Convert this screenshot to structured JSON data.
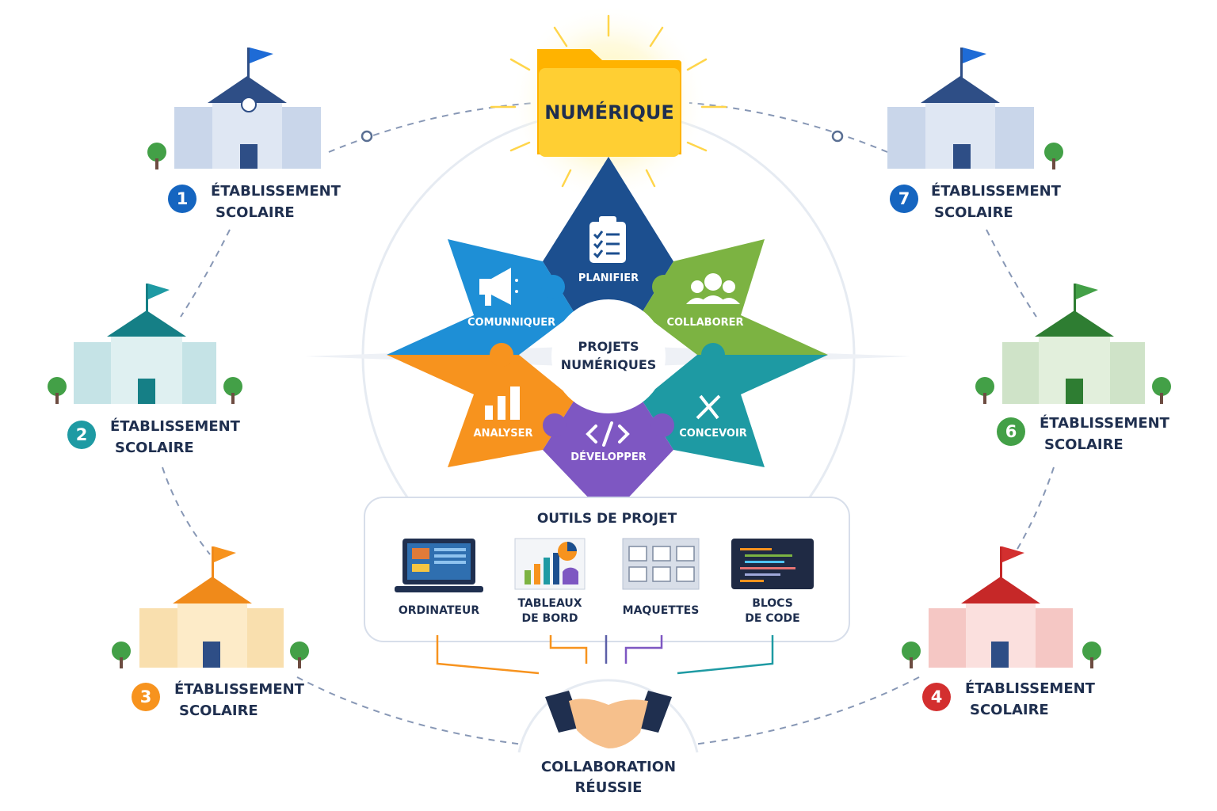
{
  "header": {
    "folder_label": "NUMÉRIQUE"
  },
  "center": {
    "line1": "PROJETS",
    "line2": "NUMÉRIQUES"
  },
  "puzzle": [
    {
      "label": "PLANIFIER",
      "color": "#1c4f8f",
      "icon": "clipboard-checklist-icon"
    },
    {
      "label": "COLLABORER",
      "color": "#7cb342",
      "icon": "team-icon"
    },
    {
      "label": "CONCEVOIR",
      "color": "#1e9aa3",
      "icon": "pencil-ruler-icon"
    },
    {
      "label": "DÉVELOPPER",
      "color": "#7e57c2",
      "icon": "code-icon"
    },
    {
      "label": "ANALYSER",
      "color": "#f7931e",
      "icon": "bar-chart-icon"
    },
    {
      "label": "COMUNNIQUER",
      "color": "#1e8fd6",
      "icon": "megaphone-icon"
    }
  ],
  "tools": {
    "title": "OUTILS DE PROJET",
    "items": [
      {
        "line1": "ORDINATEUR",
        "line2": "",
        "icon": "laptop-icon"
      },
      {
        "line1": "TABLEAUX",
        "line2": "DE BORD",
        "icon": "dashboard-icon"
      },
      {
        "line1": "MAQUETTES",
        "line2": "",
        "icon": "wireframe-icon"
      },
      {
        "line1": "BLOCS",
        "line2": "DE CODE",
        "icon": "code-block-icon"
      }
    ]
  },
  "footer": {
    "line1": "COLLABORATION",
    "line2": "RÉUSSIE",
    "icon": "handshake-icon"
  },
  "schools": [
    {
      "number": "1",
      "line1": "ÉTABLISSEMENT",
      "line2": "SCOLAIRE",
      "color": "#1565c0"
    },
    {
      "number": "2",
      "line1": "ÉTABLISSEMENT",
      "line2": "SCOLAIRE",
      "color": "#1e9aa3"
    },
    {
      "number": "3",
      "line1": "ÉTABLISSEMENT",
      "line2": "SCOLAIRE",
      "color": "#f7931e"
    },
    {
      "number": "7",
      "line1": "ÉTABLISSEMENT",
      "line2": "SCOLAIRE",
      "color": "#1565c0"
    },
    {
      "number": "6",
      "line1": "ÉTABLISSEMENT",
      "line2": "SCOLAIRE",
      "color": "#43a047"
    },
    {
      "number": "4",
      "line1": "ÉTABLISSEMENT",
      "line2": "SCOLAIRE",
      "color": "#d32f2f"
    }
  ]
}
